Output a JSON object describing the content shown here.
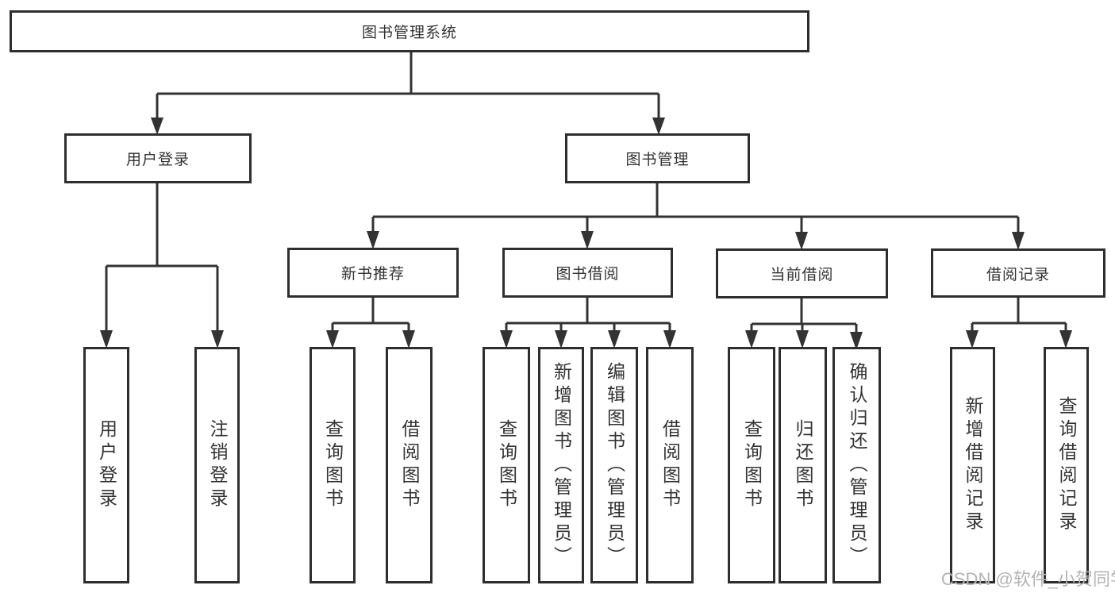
{
  "diagram": {
    "title": "图书管理系统",
    "root": {
      "label": "图书管理系统"
    },
    "branches": [
      {
        "label": "用户登录",
        "children": [
          "用户登录",
          "注销登录"
        ]
      },
      {
        "label": "图书管理"
      }
    ],
    "modules": [
      {
        "label": "新书推荐",
        "children": [
          "查询图书",
          "借阅图书"
        ]
      },
      {
        "label": "图书借阅",
        "children": [
          "查询图书",
          "新增图书（管理员）",
          "编辑图书（管理员）",
          "借阅图书"
        ]
      },
      {
        "label": "当前借阅",
        "children": [
          "查询图书",
          "归还图书",
          "确认归还（管理员）"
        ]
      },
      {
        "label": "借阅记录",
        "children": [
          "新增借阅记录",
          "查询借阅记录"
        ]
      }
    ]
  },
  "watermark": {
    "text": "CSDN @软件_小贺同学"
  },
  "colors": {
    "line": "#333333",
    "border": "#2e2e2e",
    "text": "#333333",
    "background": "#ffffff",
    "watermark": "#b3b3b3"
  }
}
